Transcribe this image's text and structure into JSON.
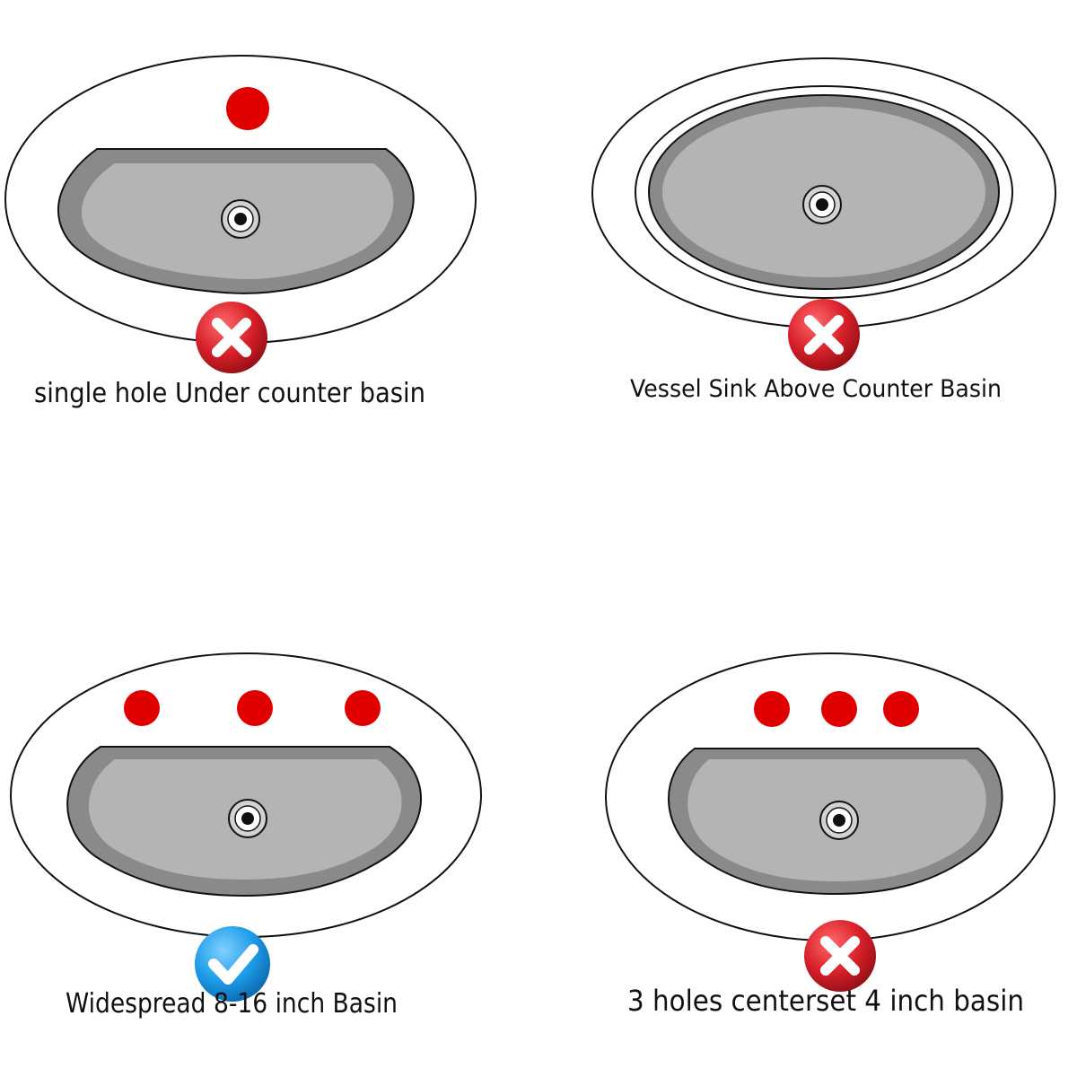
{
  "panels": [
    {
      "label": "single hole Under counter basin",
      "basin_type": "undermount",
      "faucet_holes": 1,
      "compatible": false,
      "status_icon": "x-mark-icon"
    },
    {
      "label": "Vessel Sink Above Counter  Basin",
      "basin_type": "vessel",
      "faucet_holes": 0,
      "compatible": false,
      "status_icon": "x-mark-icon"
    },
    {
      "label": "Widespread 8-16 inch Basin",
      "basin_type": "widespread",
      "faucet_holes": 3,
      "compatible": true,
      "status_icon": "check-mark-icon"
    },
    {
      "label": "3 holes centerset 4 inch basin",
      "basin_type": "centerset",
      "faucet_holes": 3,
      "compatible": false,
      "status_icon": "x-mark-icon"
    }
  ],
  "colors": {
    "faucet_hole": "#e00000",
    "basin_rim": "#8a8a8a",
    "basin_bowl": "#b4b4b4",
    "outline": "#111111",
    "incompatible": "#c8202a",
    "compatible": "#1e9ce8"
  }
}
